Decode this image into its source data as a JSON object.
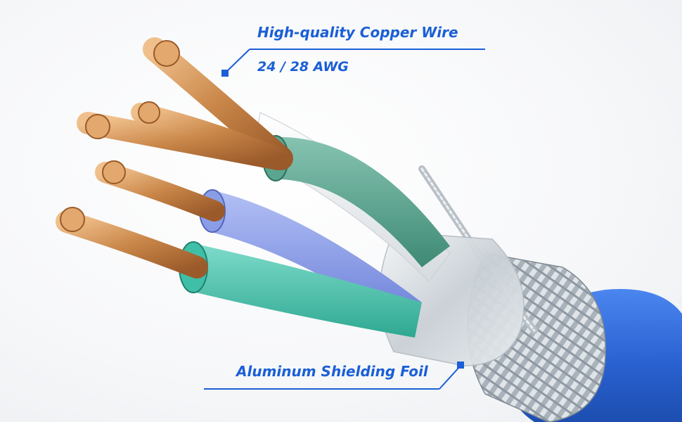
{
  "callouts": {
    "copper_title": "High-quality Copper Wire",
    "copper_subtitle": "24 / 28 AWG",
    "foil_title": "Aluminum Shielding Foil"
  },
  "colors": {
    "accent": "#1a5fd6",
    "jacket": "#2c66d6",
    "copper": "#c98a4f",
    "teal_insulation": "#3fbfa8",
    "green_insulation": "#5aa590",
    "blue_insulation": "#8a9ee8",
    "white_insulation": "#f2f4f6",
    "foil": "#cfd6dc",
    "braid": "#b9c1c8"
  },
  "icons": [
    "callout-marker-icon"
  ]
}
